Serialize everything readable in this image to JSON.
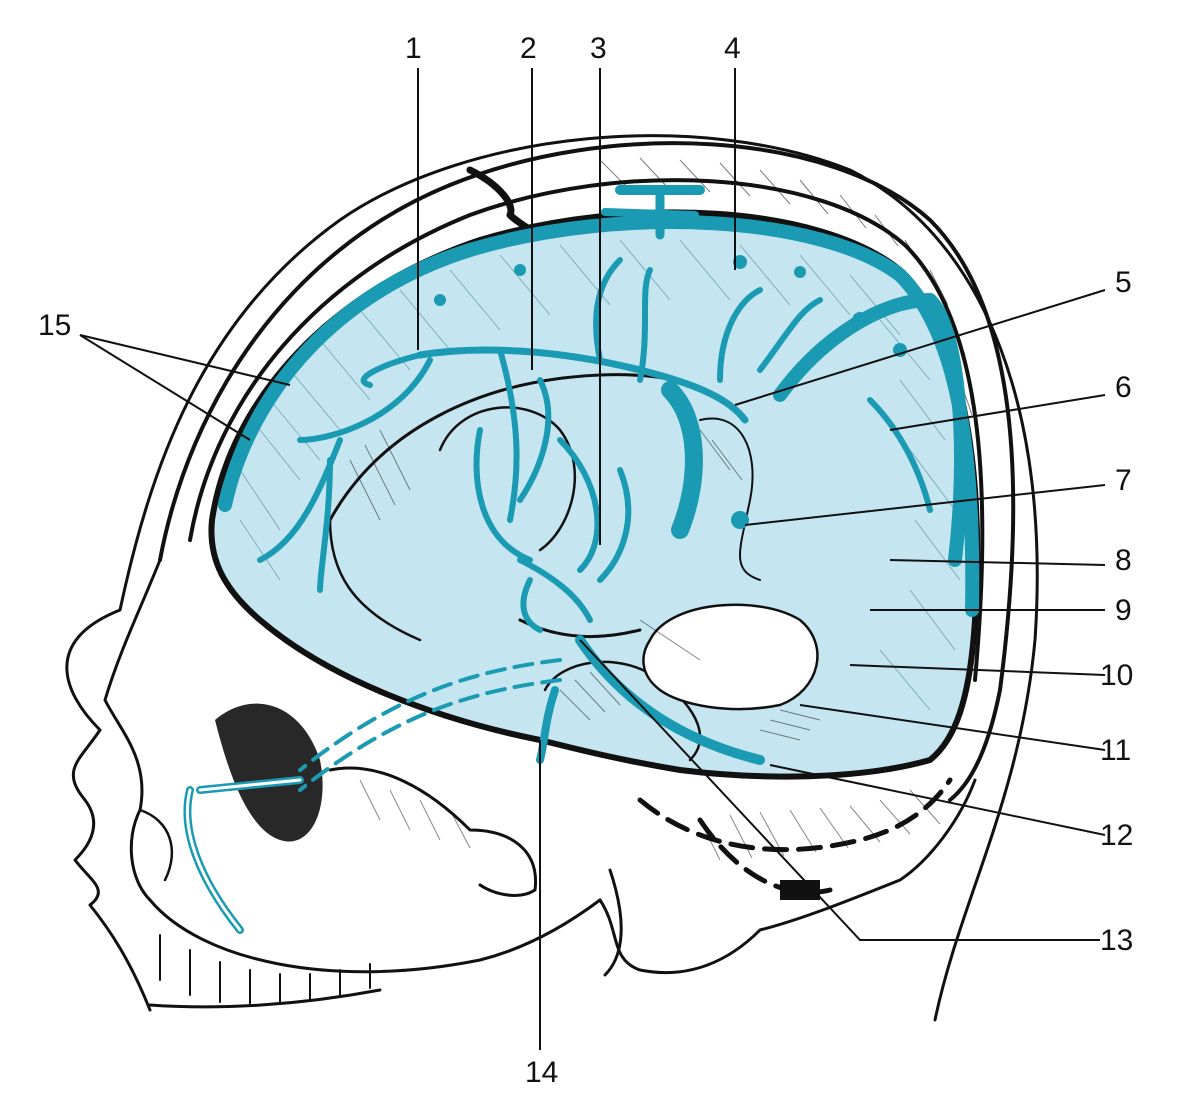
{
  "colors": {
    "vessel": "#1a9bb3",
    "fill_light": "#c5e6f0",
    "outline": "#111111",
    "background": "#ffffff"
  },
  "labels": [
    {
      "id": "1",
      "text": "1"
    },
    {
      "id": "2",
      "text": "2"
    },
    {
      "id": "3",
      "text": "3"
    },
    {
      "id": "4",
      "text": "4"
    },
    {
      "id": "5",
      "text": "5"
    },
    {
      "id": "6",
      "text": "6"
    },
    {
      "id": "7",
      "text": "7"
    },
    {
      "id": "8",
      "text": "8"
    },
    {
      "id": "9",
      "text": "9"
    },
    {
      "id": "10",
      "text": "10"
    },
    {
      "id": "11",
      "text": "11"
    },
    {
      "id": "12",
      "text": "12"
    },
    {
      "id": "13",
      "text": "13"
    },
    {
      "id": "14",
      "text": "14"
    },
    {
      "id": "15",
      "text": "15"
    }
  ]
}
